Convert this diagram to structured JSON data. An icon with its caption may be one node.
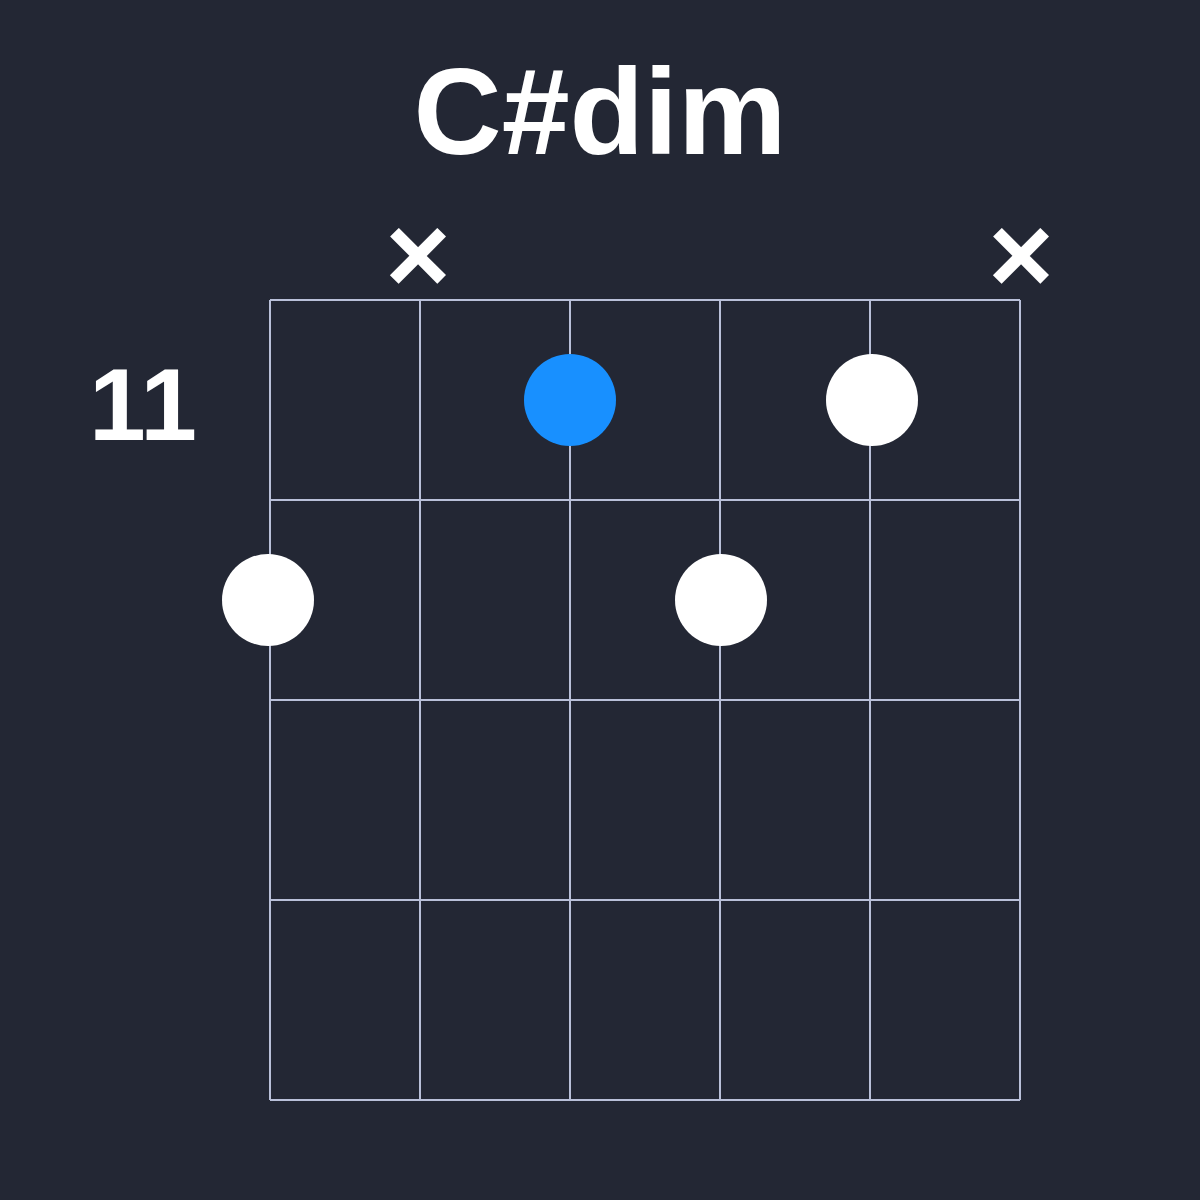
{
  "diagram": {
    "title": "C#dim",
    "nodes": [
      {
        "text": [],
        "shape": "circle"
      },
      {
        "text": [],
        "shape": "circle"
      },
      {
        "text": [],
        "shape": "circle"
      },
      {
        "text": [],
        "shape": "circle"
      }
    ],
    "edges": [],
    "labels": [
      "×",
      "×",
      "11"
    ]
  }
}
